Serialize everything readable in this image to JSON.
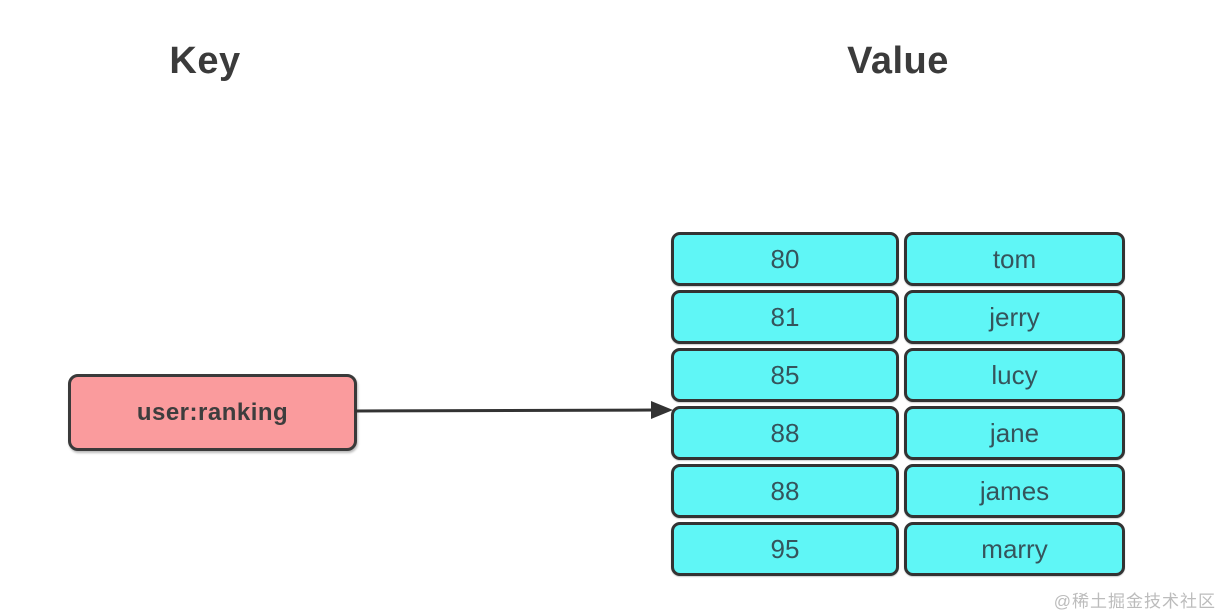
{
  "diagram": {
    "key_title": "Key",
    "value_title": "Value",
    "key_label": "user:ranking",
    "table": {
      "rows": [
        {
          "score": "80",
          "member": "tom"
        },
        {
          "score": "81",
          "member": "jerry"
        },
        {
          "score": "85",
          "member": "lucy"
        },
        {
          "score": "88",
          "member": "jane"
        },
        {
          "score": "88",
          "member": "james"
        },
        {
          "score": "95",
          "member": "marry"
        }
      ]
    },
    "colors": {
      "key_box_fill": "#fa9b9d",
      "cell_fill": "#5ff6f6",
      "outline": "#333333",
      "cell_text": "#35545c",
      "title_text": "#3b3b3b",
      "watermark_text": "#bcbcbc"
    },
    "watermark": "@稀土掘金技术社区"
  }
}
